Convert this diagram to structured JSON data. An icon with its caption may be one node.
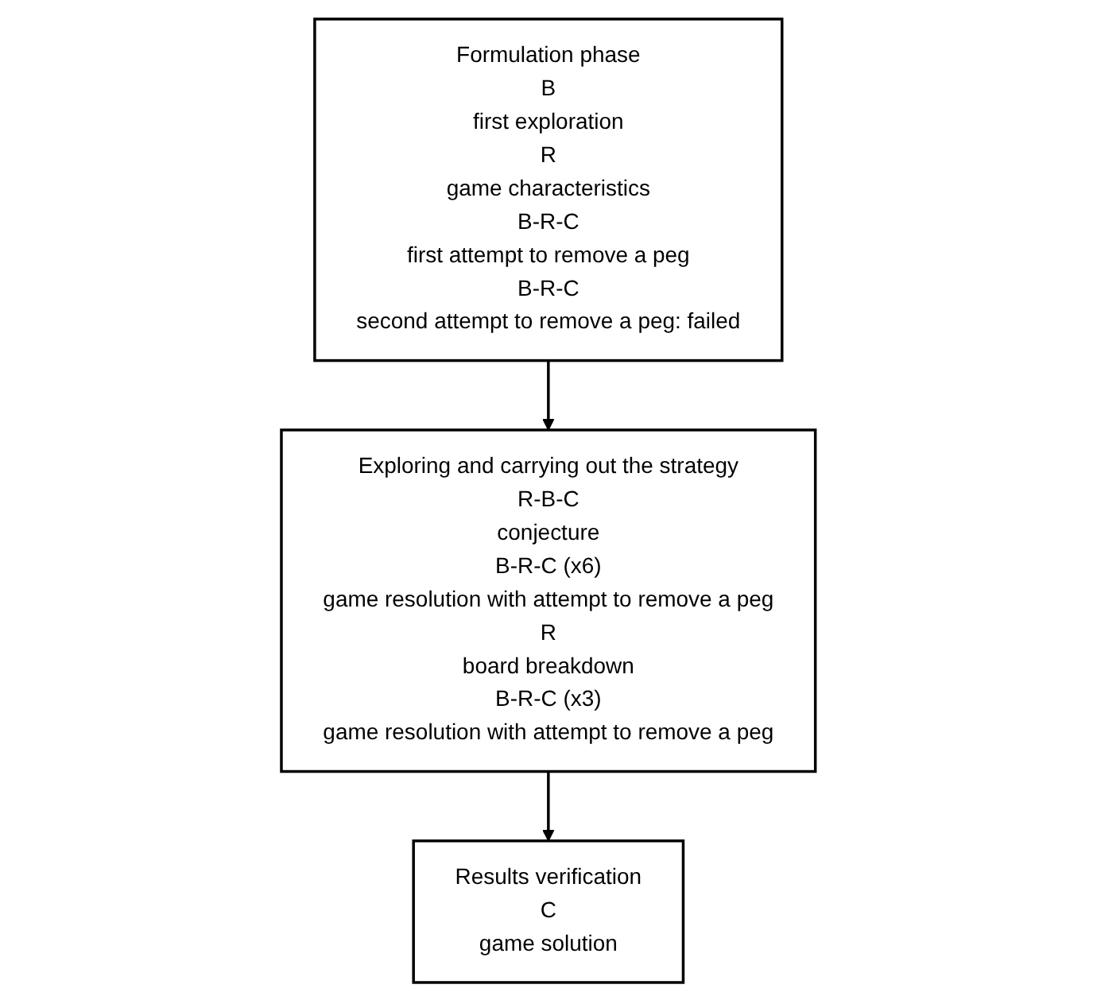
{
  "diagram": {
    "nodes": [
      {
        "text": [
          "Formulation phase",
          "B",
          "first exploration",
          "R",
          "game characteristics",
          "B-R-C",
          "first attempt to remove a peg",
          "B-R-C",
          "second attempt to remove a peg: failed"
        ]
      },
      {
        "text": [
          "Exploring and carrying out the strategy",
          "R-B-C",
          "conjecture",
          "B-R-C  (x6)",
          "game resolution with attempt to remove a peg",
          "R",
          "board breakdown",
          "B-R-C  (x3)",
          "game resolution with attempt to remove a peg"
        ]
      },
      {
        "text": [
          "Results verification",
          "C",
          "game solution"
        ]
      }
    ],
    "edges": [
      {
        "from": 0,
        "to": 1,
        "arrow": "to"
      },
      {
        "from": 1,
        "to": 2,
        "arrow": "to"
      }
    ]
  }
}
